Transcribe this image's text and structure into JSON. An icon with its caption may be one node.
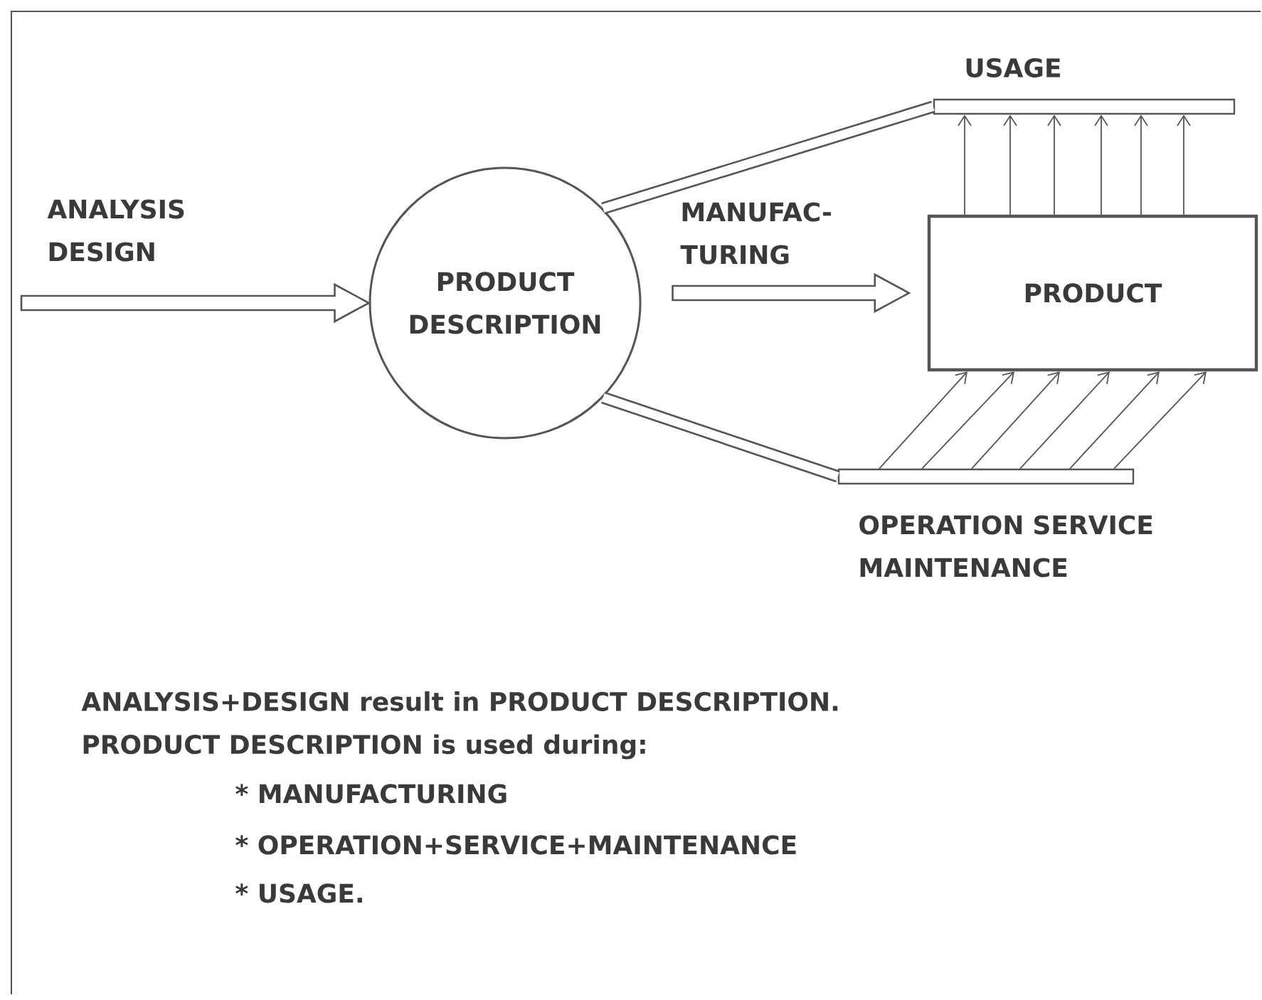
{
  "diagram": {
    "nodes": [
      {
        "text": [
          "PRODUCT DESCRIPTION"
        ]
      },
      {
        "text": [
          "PRODUCT"
        ]
      },
      {
        "text": [
          "USAGE"
        ]
      },
      {
        "text": [
          "OPERATION SERVICE MAINTENANCE"
        ]
      }
    ],
    "edges": [
      {
        "from": null,
        "to": 0,
        "arrow": "to",
        "style": "thick",
        "label": "ANALYSIS DESIGN"
      },
      {
        "from": 0,
        "to": 1,
        "arrow": "to",
        "style": "thick",
        "label": "MANUFAC- TURING"
      },
      {
        "from": 0,
        "to": 2,
        "arrow": "none",
        "style": "thick"
      },
      {
        "from": 0,
        "to": 3,
        "arrow": "none",
        "style": "thick"
      },
      {
        "from": 1,
        "to": 2,
        "arrow": "to"
      },
      {
        "from": 1,
        "to": 2,
        "arrow": "to"
      },
      {
        "from": 1,
        "to": 2,
        "arrow": "to"
      },
      {
        "from": 1,
        "to": 2,
        "arrow": "to"
      },
      {
        "from": 1,
        "to": 2,
        "arrow": "to"
      },
      {
        "from": 1,
        "to": 2,
        "arrow": "to"
      },
      {
        "from": 3,
        "to": 1,
        "arrow": "to"
      },
      {
        "from": 3,
        "to": 1,
        "arrow": "to"
      },
      {
        "from": 3,
        "to": 1,
        "arrow": "to"
      },
      {
        "from": 3,
        "to": 1,
        "arrow": "to"
      },
      {
        "from": 3,
        "to": 1,
        "arrow": "to"
      },
      {
        "from": 3,
        "to": 1,
        "arrow": "to"
      }
    ],
    "labels": [
      "ANALYSIS+DESIGN result in PRODUCT DESCRIPTION.",
      "PRODUCT DESCRIPTION is used during:",
      "* MANUFACTURING",
      "* OPERATION+SERVICE+MAINTENANCE",
      "* USAGE."
    ]
  }
}
